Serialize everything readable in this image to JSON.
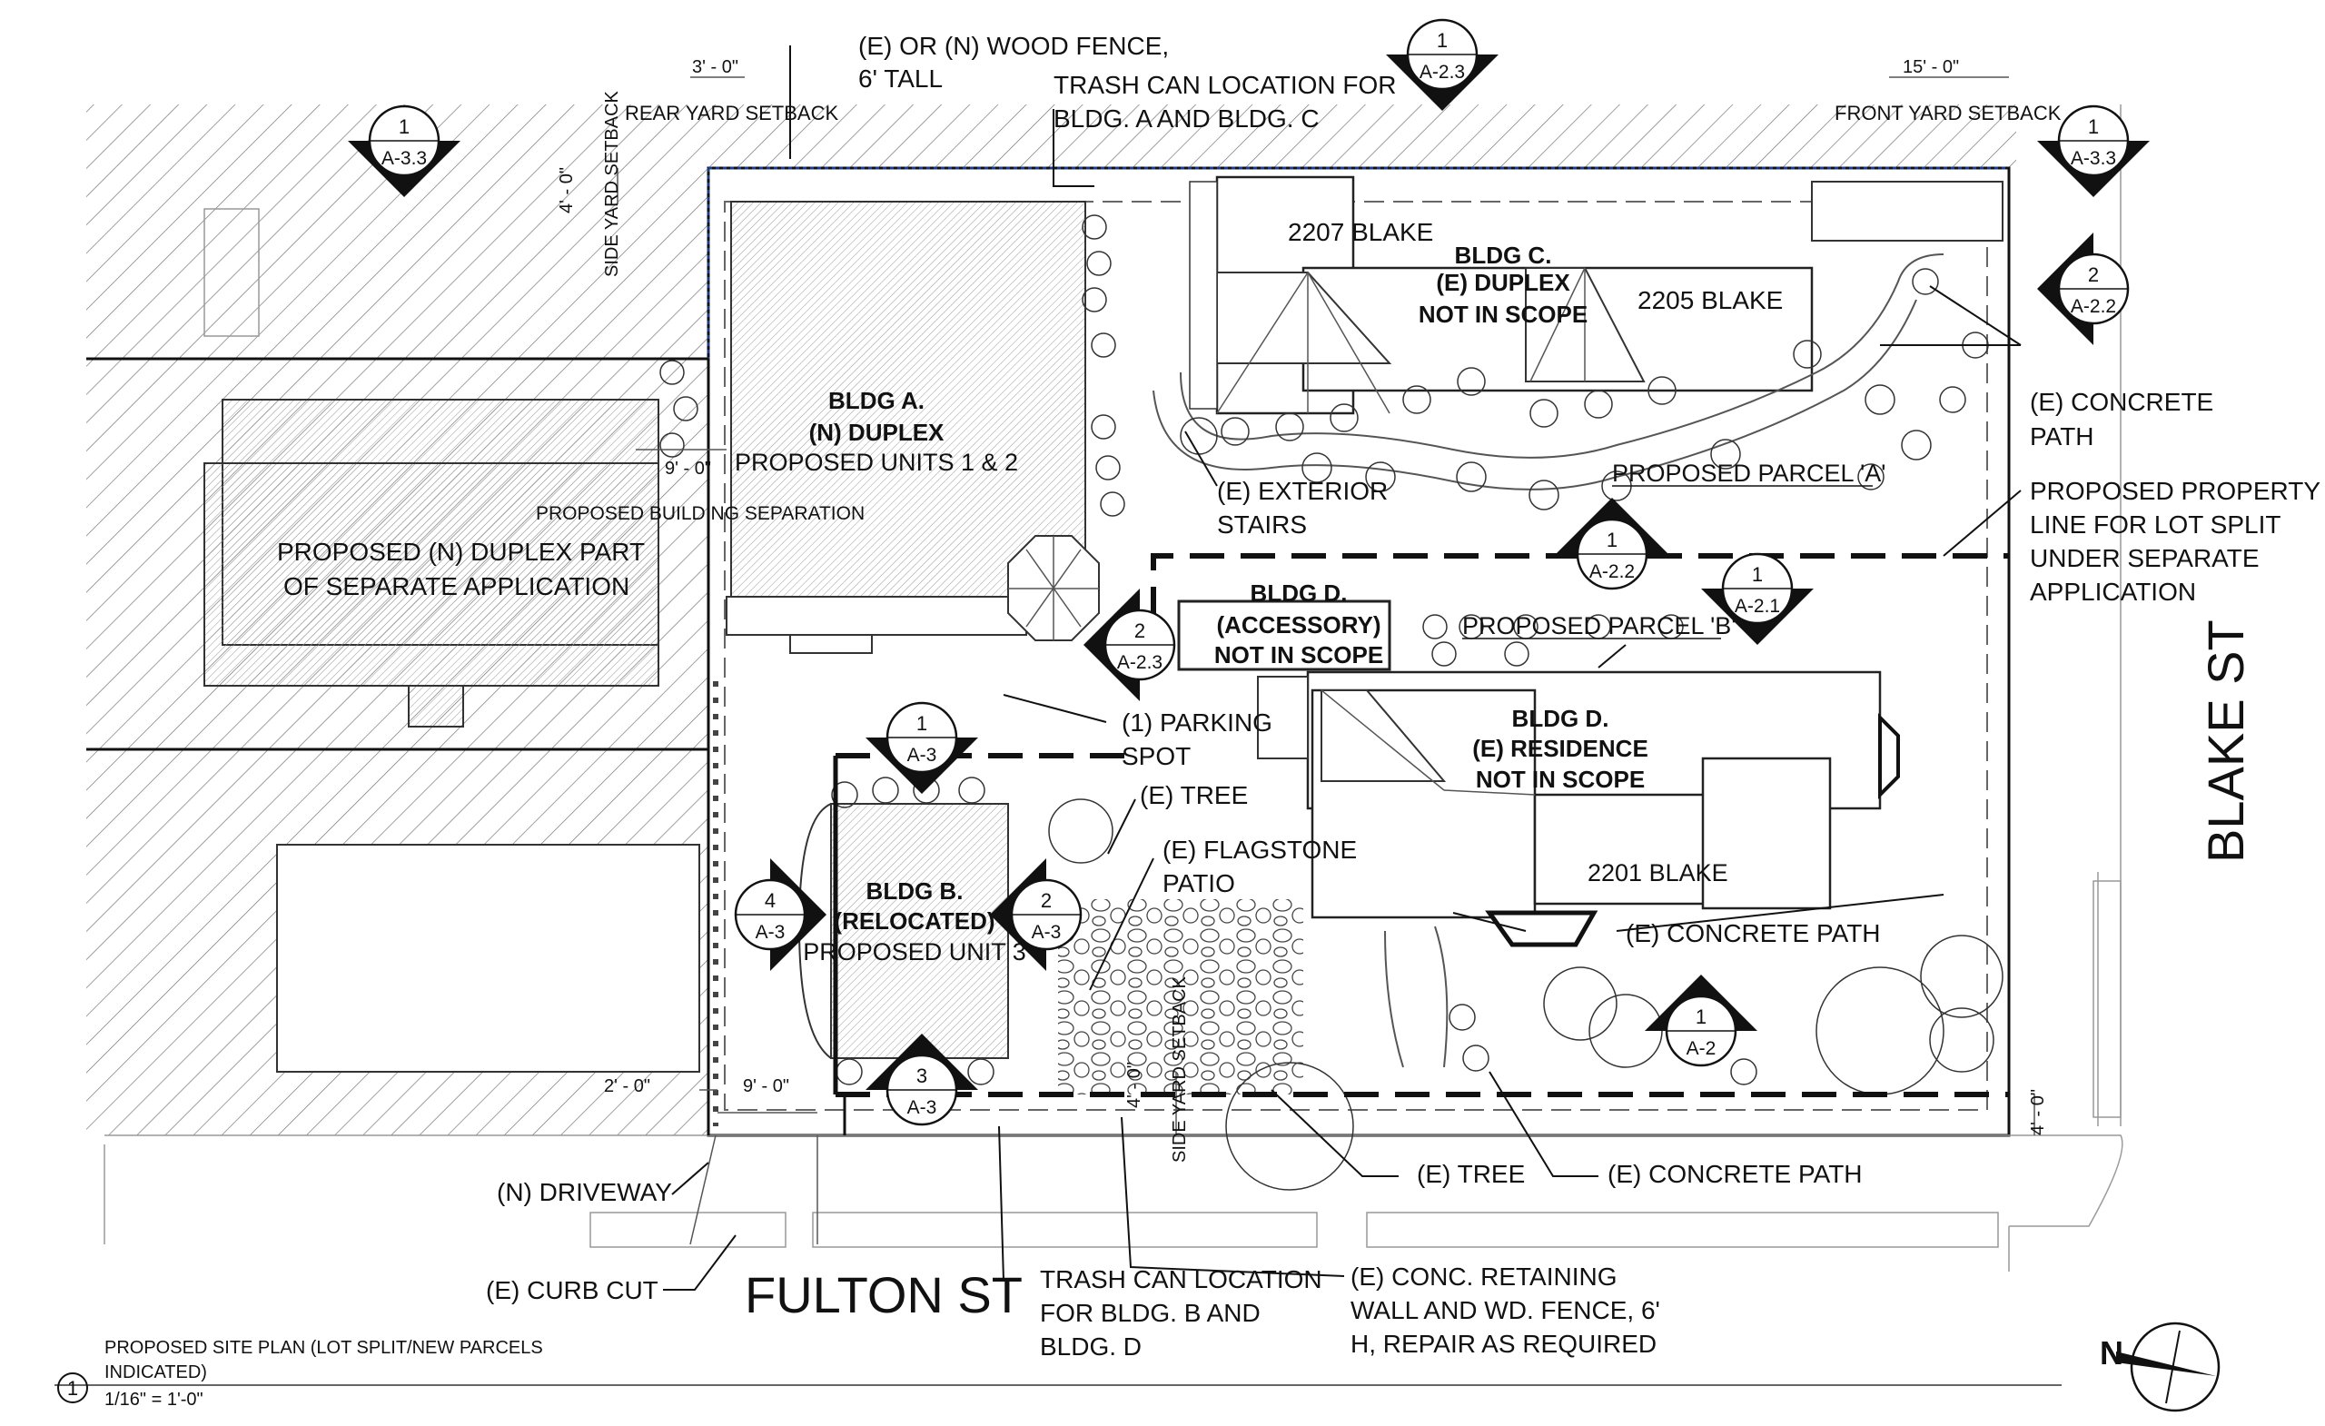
{
  "labels": {
    "fence": "(E) OR (N) WOOD FENCE,",
    "fence2": "6' TALL",
    "trash_ac": "TRASH CAN LOCATION FOR",
    "trash_ac2": "BLDG. A AND BLDG. C",
    "rear_dim": "3' - 0\"",
    "rear_setback": "REAR YARD SETBACK",
    "front_dim": "15' - 0\"",
    "front_setback": "FRONT YARD SETBACK",
    "side_setback_top": "SIDE YARD SETBACK",
    "side_dim_top": "4' - 0\"",
    "addr_2207": "2207 BLAKE",
    "addr_2205": "2205 BLAKE",
    "addr_2201": "2201 BLAKE",
    "bldg_c1": "BLDG C.",
    "bldg_c2": "(E) DUPLEX",
    "bldg_c3": "NOT IN SCOPE",
    "bldg_a1": "BLDG A.",
    "bldg_a2": "(N) DUPLEX",
    "bldg_a3": "PROPOSED UNITS 1 & 2",
    "sep_dim": "9' - 0\"",
    "sep_label": "PROPOSED BUILDING SEPARATION",
    "dup_sep1": "PROPOSED (N) DUPLEX PART",
    "dup_sep2": "OF SEPARATE APPLICATION",
    "ext_stairs1": "(E) EXTERIOR",
    "ext_stairs2": "STAIRS",
    "parcel_a": "PROPOSED PARCEL 'A'",
    "parcel_b": "PROPOSED PARCEL 'B'",
    "concrete_path_top1": "(E) CONCRETE",
    "concrete_path_top2": "PATH",
    "prop_line1": "PROPOSED PROPERTY",
    "prop_line2": "LINE FOR LOT SPLIT",
    "prop_line3": "UNDER SEPARATE",
    "prop_line4": "APPLICATION",
    "bldg_d_acc1": "BLDG D.",
    "bldg_d_acc2": "(ACCESSORY)",
    "bldg_d_acc3": "NOT IN SCOPE",
    "bldg_d1": "BLDG D.",
    "bldg_d2": "(E) RESIDENCE",
    "bldg_d3": "NOT IN SCOPE",
    "parking1": "(1) PARKING",
    "parking2": "SPOT",
    "tree1": "(E) TREE",
    "flagstone1": "(E) FLAGSTONE",
    "flagstone2": "PATIO",
    "bldg_b1": "BLDG B.",
    "bldg_b2": "(RELOCATED)",
    "bldg_b3": "PROPOSED UNIT 3",
    "concrete_path_mid": "(E) CONCRETE PATH",
    "side_setback_bot": "SIDE YARD SETBACK",
    "side_dim_bot": "4' - 0\"",
    "dim_2": "2' - 0\"",
    "dim_9": "9' - 0\"",
    "dim_4_right": "4' - 0\"",
    "tree2": "(E) TREE",
    "concrete_path_bot": "(E) CONCRETE PATH",
    "driveway": "(N) DRIVEWAY",
    "curb_cut": "(E) CURB CUT",
    "fulton": "FULTON ST",
    "blake": "BLAKE ST",
    "trash_bd1": "TRASH CAN LOCATION",
    "trash_bd2": "FOR BLDG. B AND",
    "trash_bd3": "BLDG. D",
    "wall1": "(E) CONC. RETAINING",
    "wall2": "WALL AND WD. FENCE, 6'",
    "wall3": "H, REPAIR AS REQUIRED",
    "title1": "PROPOSED SITE PLAN (LOT SPLIT/NEW PARCELS",
    "title2": "INDICATED)",
    "scale": "1/16\" = 1'-0\"",
    "title_num": "1",
    "north": "N"
  },
  "markers": [
    {
      "num": "1",
      "sheet": "A-2.3"
    },
    {
      "num": "1",
      "sheet": "A-3.3"
    },
    {
      "num": "1",
      "sheet": "A-3.3"
    },
    {
      "num": "2",
      "sheet": "A-2.2"
    },
    {
      "num": "1",
      "sheet": "A-2.2"
    },
    {
      "num": "1",
      "sheet": "A-2.1"
    },
    {
      "num": "2",
      "sheet": "A-2.3"
    },
    {
      "num": "1",
      "sheet": "A-3"
    },
    {
      "num": "4",
      "sheet": "A-3"
    },
    {
      "num": "2",
      "sheet": "A-3"
    },
    {
      "num": "3",
      "sheet": "A-3"
    },
    {
      "num": "1",
      "sheet": "A-2"
    }
  ]
}
